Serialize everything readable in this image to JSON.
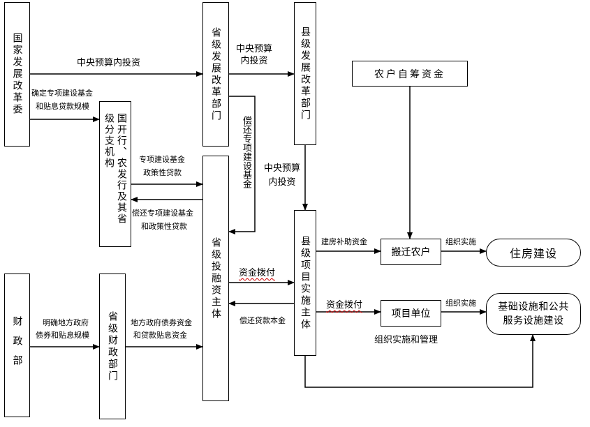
{
  "nodes": {
    "ndrc": "国家发展改革委",
    "prov_dev": "省级发展改革部门",
    "county_dev": "县级发展改革部门",
    "farmer_funds": "农户自筹资金",
    "policy_banks": "国开行、农发行及其省级分支机构",
    "prov_invest": "省级投融资主体",
    "county_impl": "县级项目实施主体",
    "relocated_farmers": "搬迁农户",
    "housing": "住房建设",
    "project_unit": "项目单位",
    "infrastructure": "基础设施和公共服务设施建设",
    "mof": "财政部",
    "prov_finance": "省级财政部门"
  },
  "edges": {
    "central_budget_1": "中央预算内投资",
    "central_budget_2": "中央预算内投资",
    "central_budget_3": "中央预算内投资",
    "special_fund_1": "确定专项建设基金",
    "special_fund_2": "和贴息贷款规模",
    "bank_loan_1": "专项建设基金",
    "bank_loan_2": "政策性贷款",
    "repay_bank_1": "偿还专项建设基金",
    "repay_bank_2": "和政策性贷款",
    "repay_fund": "偿还专项建设基金",
    "bond_scale_1": "明确地方政府",
    "bond_scale_2": "债券和贴息规模",
    "bond_funds_1": "地方政府债券资金",
    "bond_funds_2": "和贷款贴息资金",
    "allocate_1": "资金拨付",
    "allocate_2": "资金拨付",
    "repay_loan": "偿还贷款本金",
    "housing_subsidy": "建房补助资金",
    "organize_1": "组织实施",
    "organize_2": "组织实施",
    "organize_manage": "组织实施和管理"
  },
  "colors": {
    "line": "#000000",
    "spell_underline": "#d00000"
  }
}
